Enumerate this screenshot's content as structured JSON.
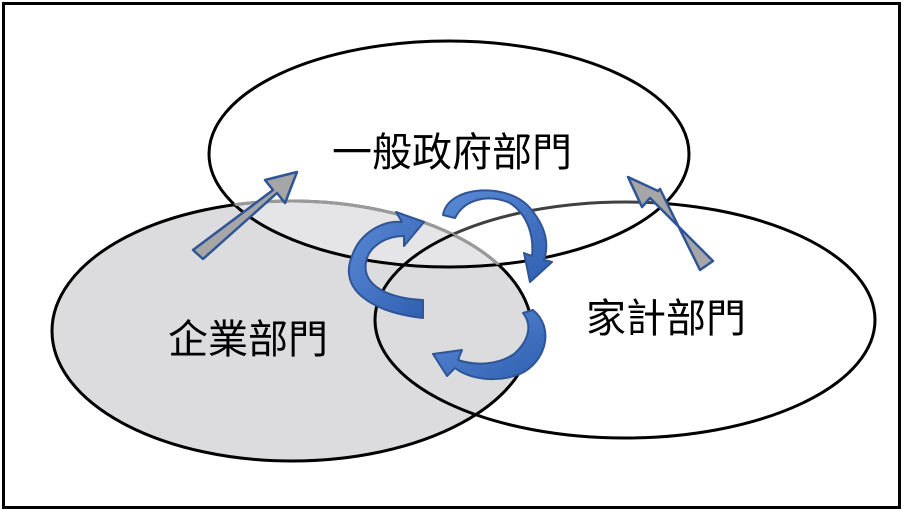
{
  "diagram": {
    "sectors": {
      "government": {
        "label": "一般政府部門"
      },
      "corporate": {
        "label": "企業部門"
      },
      "household": {
        "label": "家計部門"
      }
    },
    "colors": {
      "outline": "#000000",
      "corporate_fill": "#dcdcdf",
      "curved_arrow_fill": "#4472c4",
      "curved_arrow_stroke": "#2f5597",
      "straight_arrow_fill": "#a6a6a6",
      "straight_arrow_stroke": "#2f5597"
    }
  }
}
